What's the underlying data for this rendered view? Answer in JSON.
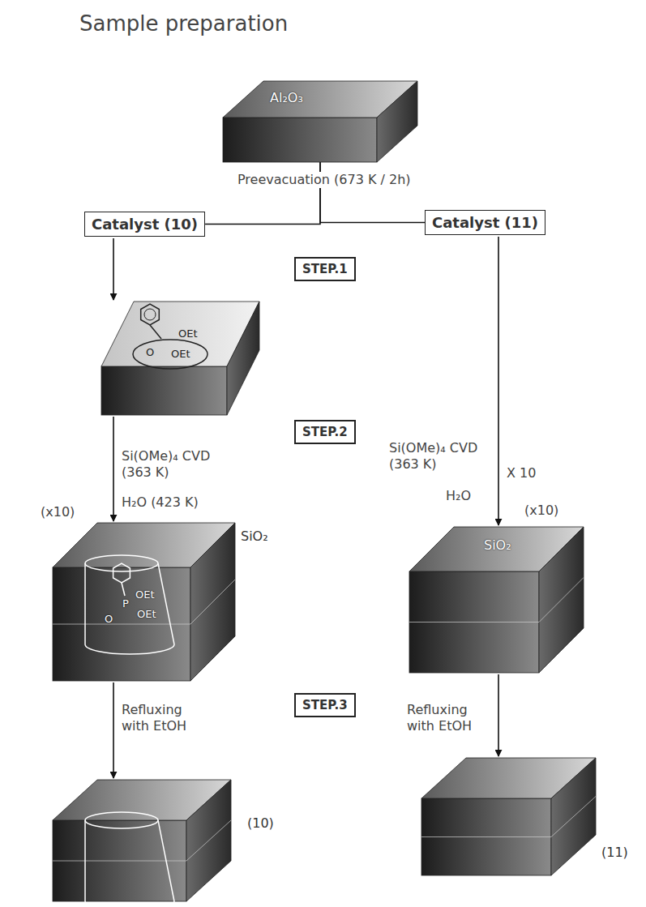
{
  "diagram": {
    "title": "Sample preparation",
    "nodes": [
      {
        "text": [
          "Al₂O₃"
        ]
      },
      {
        "text": [
          "Catalyst (10)"
        ]
      },
      {
        "text": [
          "Catalyst (11)"
        ]
      },
      {
        "text": [
          "STEP.1"
        ]
      },
      {
        "text": [
          "OEt",
          "O",
          "OEt"
        ]
      },
      {
        "text": [
          "STEP.2"
        ]
      },
      {
        "text": [
          "SiO₂",
          "OEt",
          "P",
          "O",
          "OEt"
        ]
      },
      {
        "text": [
          "SiO₂"
        ]
      },
      {
        "text": [
          "STEP.3"
        ]
      },
      {
        "text": [
          "(10)"
        ]
      },
      {
        "text": [
          "(11)"
        ]
      }
    ],
    "edges": [
      {
        "from": 0,
        "to": 1,
        "arrow": "none"
      },
      {
        "from": 0,
        "to": 2,
        "arrow": "none"
      },
      {
        "from": 1,
        "to": 4,
        "arrow": "to"
      },
      {
        "from": 4,
        "to": 6,
        "arrow": "to"
      },
      {
        "from": 6,
        "to": 9,
        "arrow": "to"
      },
      {
        "from": 2,
        "to": 7,
        "arrow": "to"
      },
      {
        "from": 7,
        "to": 10,
        "arrow": "to"
      }
    ],
    "labels": [
      "Preevacuation (673 K / 2h)",
      "Si(OMe)₄ CVD (363 K)",
      "(x10)",
      "H₂O (423 K)",
      "Si(OMe)₄ CVD (363 K)",
      "X 10",
      "H₂O",
      "(x10)",
      "Refluxing with EtOH",
      "Refluxing with EtOH"
    ]
  }
}
